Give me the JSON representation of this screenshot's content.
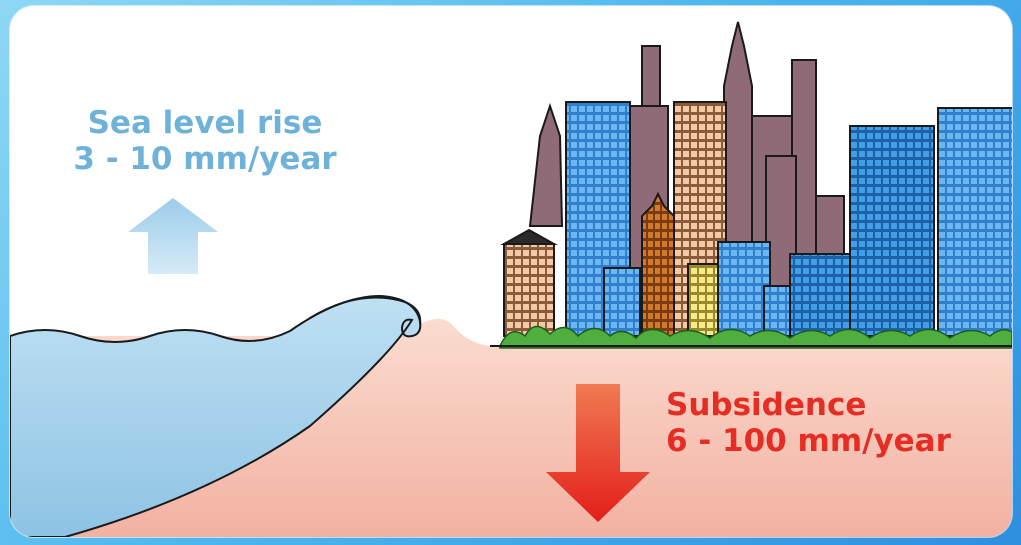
{
  "sea_level_rise": {
    "title": "Sea level rise",
    "rate": "3 - 10 mm/year",
    "color": "#6fb2d9",
    "arrow_icon": "arrow-up-icon"
  },
  "subsidence": {
    "title": "Subsidence",
    "rate": "6 - 100 mm/year",
    "color": "#e52d24",
    "arrow_icon": "arrow-down-icon"
  },
  "colors": {
    "background": "#4fb8ee",
    "sea": "#a9d3ec",
    "ground": "#f6c6b5",
    "grass": "#4fae3e"
  }
}
